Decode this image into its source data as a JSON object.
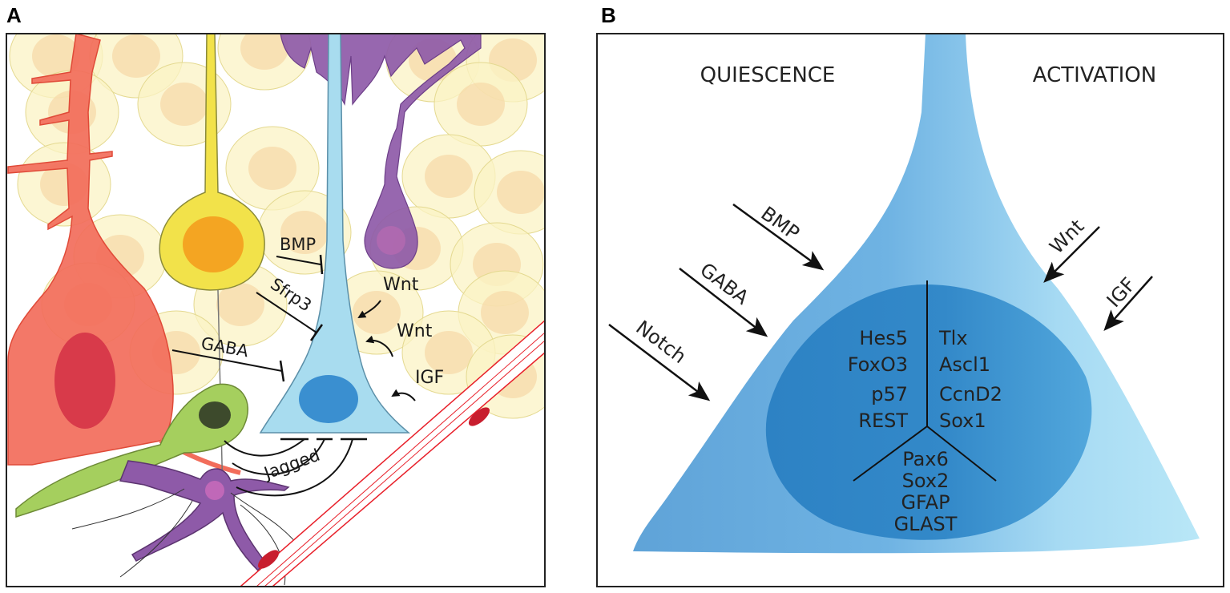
{
  "panel_a": {
    "letter": "A",
    "signals": {
      "bmp": "BMP",
      "sfrp3": "Sfrp3",
      "wnt_top": "Wnt",
      "wnt_mid": "Wnt",
      "gaba": "GABA",
      "igf": "IGF",
      "jagged": "Jagged"
    },
    "colors": {
      "interneuron": "#f26d5b",
      "mature_neuron": "#f2e24a",
      "stem_cell": "#a8dcef",
      "immature_neuron": "#a5cf5e",
      "astrocyte": "#8e5aa8",
      "blood_vessel": "#e8202a"
    }
  },
  "panel_b": {
    "letter": "B",
    "quiescence": "QUIESCENCE",
    "activation": "ACTIVATION",
    "inputs_left": [
      "BMP",
      "GABA",
      "Notch"
    ],
    "inputs_right": [
      "Wnt",
      "IGF"
    ],
    "quiescence_genes": [
      "Hes5",
      "FoxO3",
      "p57",
      "REST"
    ],
    "activation_genes": [
      "Tlx",
      "Ascl1",
      "CcnD2",
      "Sox1"
    ],
    "shared_genes": [
      "Pax6",
      "Sox2",
      "GFAP",
      "GLAST"
    ],
    "colors": {
      "cell_dark": "#5ea2d6",
      "cell_light": "#b8e6f6",
      "nucleus": "#2e86c6"
    }
  }
}
